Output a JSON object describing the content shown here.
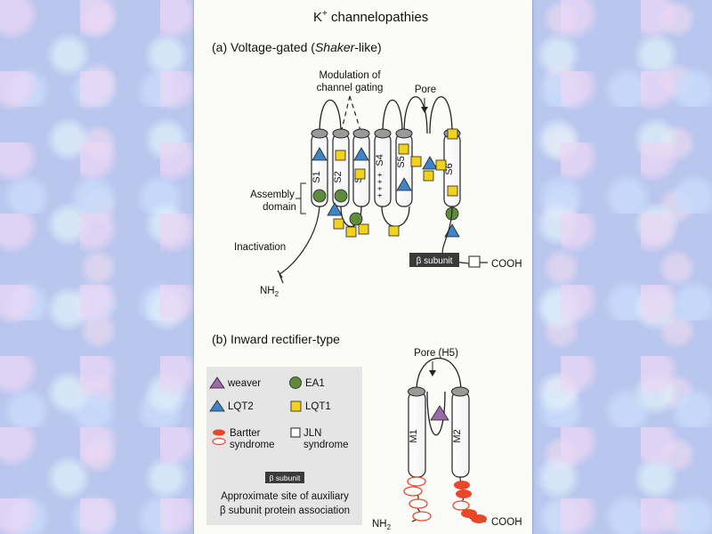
{
  "figure": {
    "title": "K",
    "title_sup": "+",
    "title_rest": " channelopathies"
  },
  "panel_a": {
    "heading_prefix": "(a) Voltage-gated (",
    "heading_italic": "Shaker",
    "heading_suffix": "-like)",
    "modulation_line1": "Modulation of",
    "modulation_line2": "channel gating",
    "pore_label": "Pore",
    "segments": [
      "S1",
      "S2",
      "S3",
      "S4",
      "S5",
      "S6"
    ],
    "s4_charges": "+ + + +",
    "assembly_line1": "Assembly",
    "assembly_line2": "domain",
    "inactivation": "Inactivation",
    "beta_subunit": "β subunit",
    "nh2": "NH",
    "nh2_sub": "2",
    "cooh": "COOH"
  },
  "panel_b": {
    "heading": "(b) Inward rectifier-type",
    "pore_label": "Pore (H5)",
    "segments": [
      "M1",
      "M2"
    ],
    "nh2": "NH",
    "nh2_sub": "2",
    "cooh": "COOH"
  },
  "legend": {
    "weaver": "weaver",
    "ea1": "EA1",
    "lqt2": "LQT2",
    "lqt1": "LQT1",
    "bartter_line1": "Bartter",
    "bartter_line2": "syndrome",
    "jln_line1": "JLN",
    "jln_line2": "syndrome",
    "beta_subunit": "β subunit",
    "caption_line1": "Approximate site of auxiliary",
    "caption_line2": "β subunit protein association"
  },
  "colors": {
    "weaver": "#9b6aa8",
    "ea1": "#5f8b3c",
    "lqt2": "#3f84c7",
    "lqt1": "#f2d21a",
    "bartter": "#e8472a",
    "legend_bg": "#e5e5e5",
    "beta_box": "#3a3a3a"
  }
}
